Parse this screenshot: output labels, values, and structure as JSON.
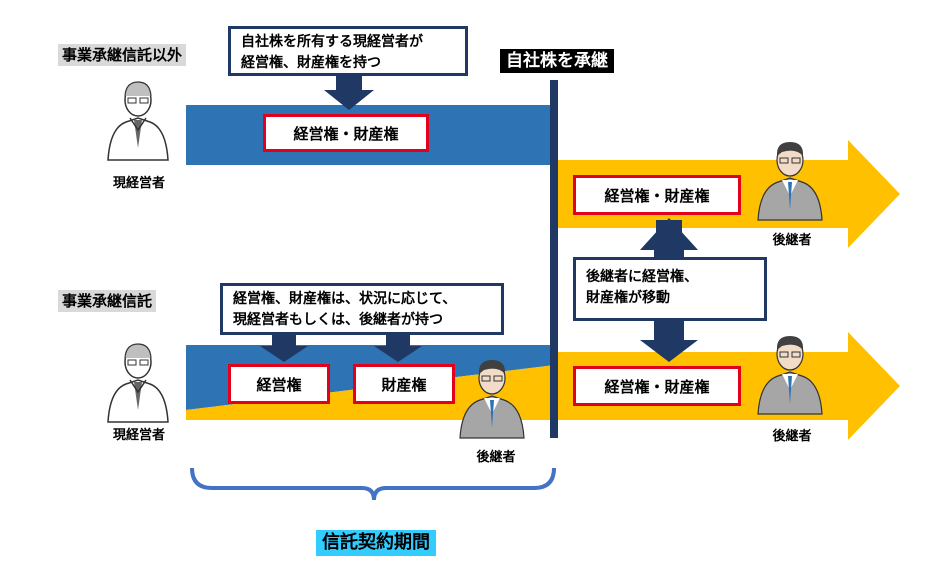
{
  "labels": {
    "without_trust": "事業承継信託以外",
    "with_trust": "事業承継信託",
    "inherit_shares": "自社株を承継",
    "trust_period": "信託契約期間"
  },
  "callouts": {
    "top": [
      "自社株を所有する現経営者が",
      "経営権、財産権を持つ"
    ],
    "bottom": [
      "経営権、財産権は、状況に応じて、",
      "現経営者もしくは、後継者が持つ"
    ],
    "right": [
      "後継者に経営権、",
      "財産権が移動"
    ]
  },
  "boxes": {
    "top_rights": "経営権・財産権",
    "mgmt": "経営権",
    "property": "財産権",
    "right_top_rights": "経営権・財産権",
    "right_bottom_rights": "経営権・財産権"
  },
  "people": {
    "current_top": "現経営者",
    "current_bottom": "現経営者",
    "successor_mid": "後継者",
    "successor_right_top": "後継者",
    "successor_right_bottom": "後継者"
  },
  "colors": {
    "blue_band": "#2e74b5",
    "navy": "#1f3864",
    "yellow": "#ffc000",
    "red": "#e3001b",
    "cyan": "#33ccff",
    "bracket_blue": "#4472c4"
  }
}
